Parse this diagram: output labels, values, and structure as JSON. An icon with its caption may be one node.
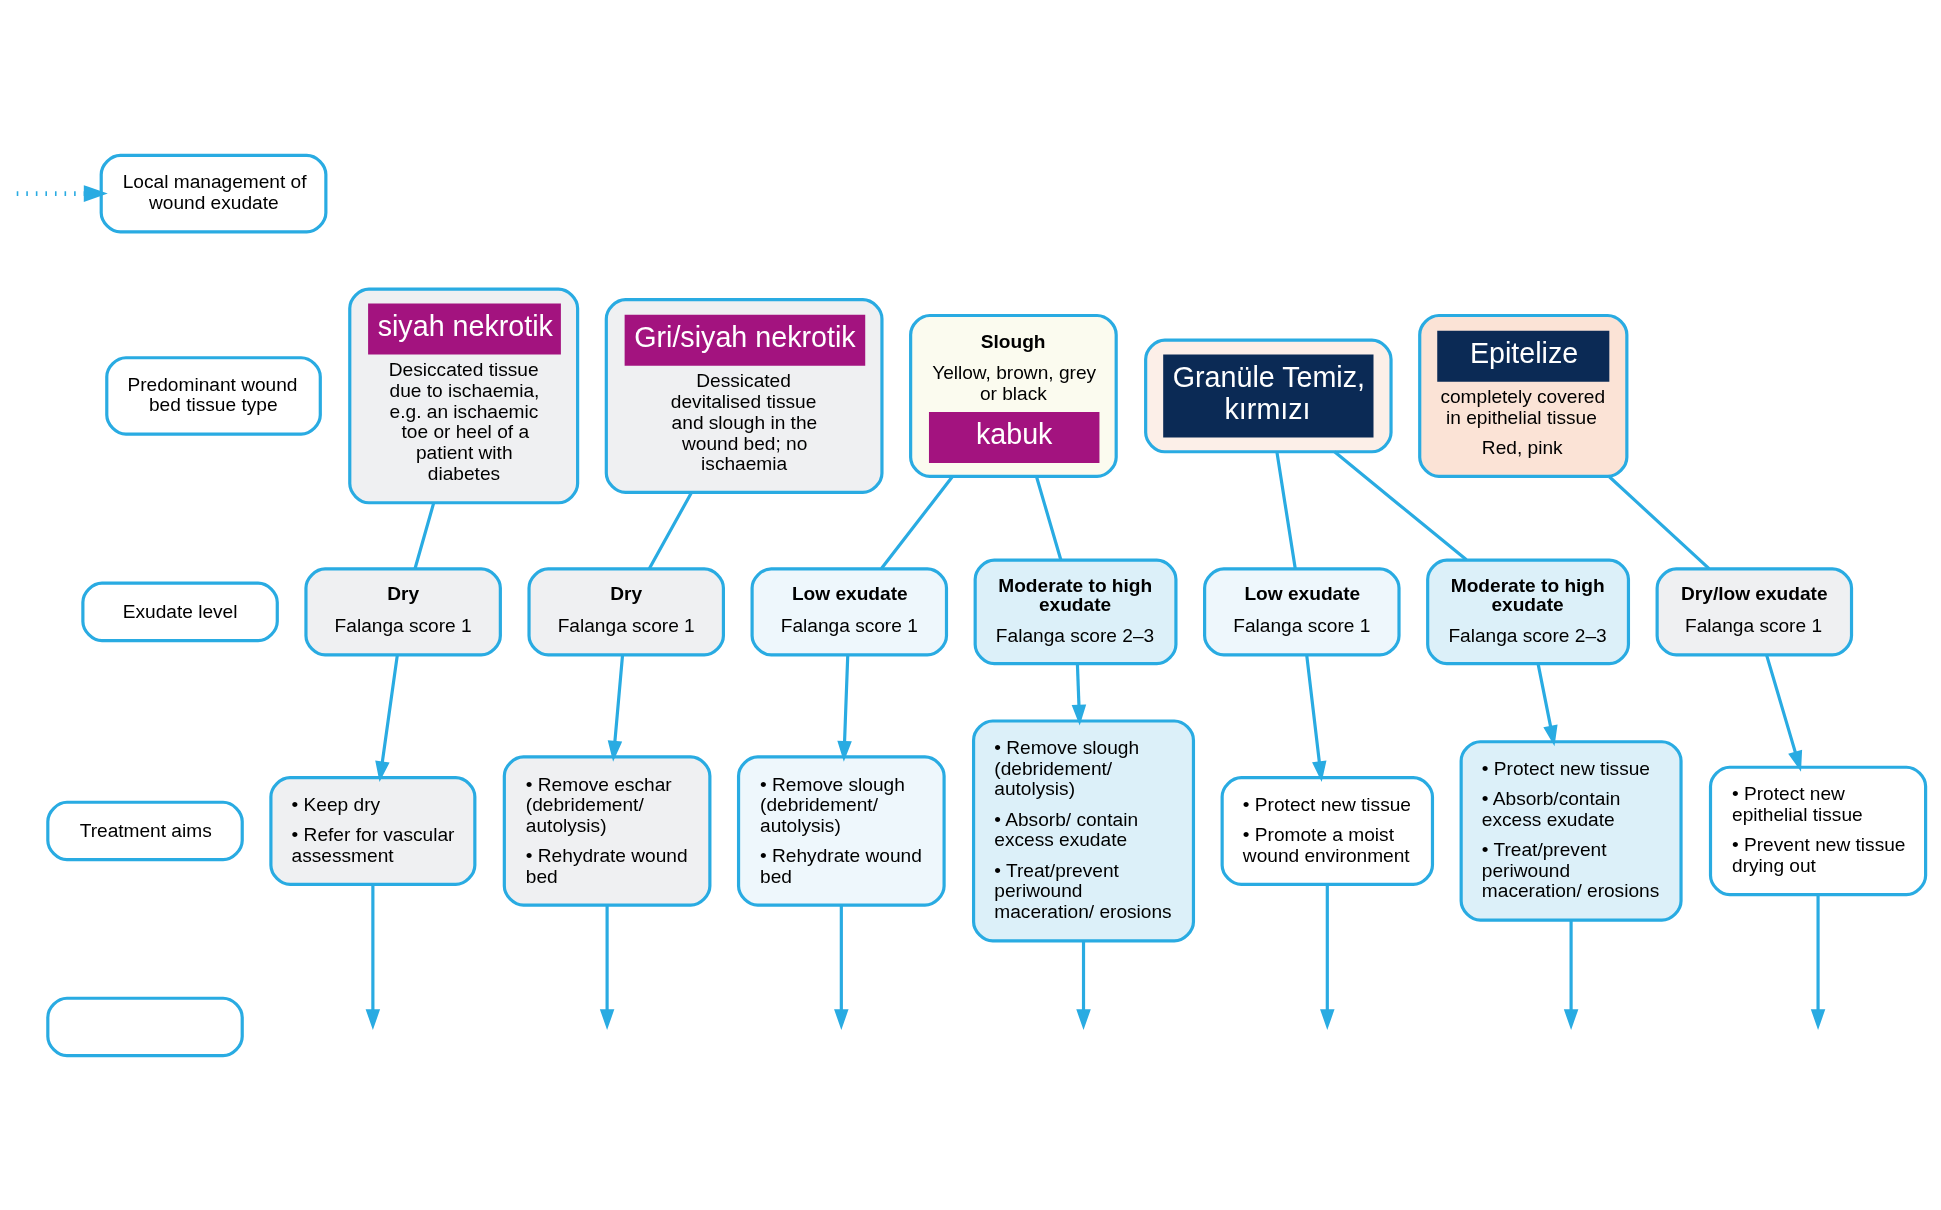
{
  "diagram": {
    "nodes": [
      {
        "text": [
          "Local management of wound exudate"
        ]
      },
      {
        "text": [
          "Predominant wound bed tissue type"
        ]
      },
      {
        "text": [
          "Exudate level"
        ]
      },
      {
        "text": [
          "Treatment aims"
        ]
      },
      {
        "text": [
          "siyah nekrotik",
          "Desiccated tissue due to ischaemia, e.g. an ischaemic toe or heel of a patient with diabetes"
        ]
      },
      {
        "text": [
          "Gri/siyah nekrotik",
          "Dessicated devitalised tissue and slough in the wound bed; no ischaemia"
        ]
      },
      {
        "text": [
          "Slough",
          "Yellow, brown, grey or black",
          "kabuk"
        ]
      },
      {
        "text": [
          "Granüle Temiz, kırmızı"
        ]
      },
      {
        "text": [
          "Epitelize",
          "completely covered in epithelial tissue",
          "Red, pink"
        ]
      },
      {
        "text": [
          "Dry",
          "Falanga score 1"
        ]
      },
      {
        "text": [
          "Dry",
          "Falanga score 1"
        ]
      },
      {
        "text": [
          "Low exudate",
          "Falanga score 1"
        ]
      },
      {
        "text": [
          "Moderate to high exudate",
          "Falanga score 2–3"
        ]
      },
      {
        "text": [
          "Low exudate",
          "Falanga score 1"
        ]
      },
      {
        "text": [
          "Moderate to high exudate",
          "Falanga score 2–3"
        ]
      },
      {
        "text": [
          "Dry/low exudate",
          "Falanga score 1"
        ]
      },
      {
        "text": [
          "• Keep dry",
          "• Refer for vascular assessment"
        ]
      },
      {
        "text": [
          "• Remove eschar (debridement/ autolysis)",
          "• Rehydrate wound bed"
        ]
      },
      {
        "text": [
          "• Remove slough (debridement/ autolysis)",
          "• Rehydrate wound bed"
        ]
      },
      {
        "text": [
          "• Remove slough (debridement/ autolysis)",
          "• Absorb/ contain excess exudate",
          "• Treat/prevent periwound maceration/ erosions"
        ]
      },
      {
        "text": [
          "• Protect new tissue",
          "• Promote a moist wound environment"
        ]
      },
      {
        "text": [
          "• Protect new tissue",
          "• Absorb/contain excess exudate",
          "• Treat/prevent periwound maceration/ erosions"
        ]
      },
      {
        "text": [
          "• Protect new epithelial tissue",
          "• Prevent new tissue drying out"
        ]
      },
      {
        "text": [],
        "shape": "box"
      }
    ],
    "edges": [
      {
        "from": null,
        "to": 0,
        "arrow": "to",
        "style": "dashed"
      },
      {
        "from": 4,
        "to": 9,
        "arrow": "none"
      },
      {
        "from": 5,
        "to": 10,
        "arrow": "none"
      },
      {
        "from": 6,
        "to": 11,
        "arrow": "none"
      },
      {
        "from": 6,
        "to": 12,
        "arrow": "none"
      },
      {
        "from": 7,
        "to": 13,
        "arrow": "none"
      },
      {
        "from": 7,
        "to": 14,
        "arrow": "none"
      },
      {
        "from": 8,
        "to": 15,
        "arrow": "none"
      },
      {
        "from": 9,
        "to": 16,
        "arrow": "to"
      },
      {
        "from": 10,
        "to": 17,
        "arrow": "to"
      },
      {
        "from": 11,
        "to": 18,
        "arrow": "to"
      },
      {
        "from": 12,
        "to": 19,
        "arrow": "to"
      },
      {
        "from": 13,
        "to": 20,
        "arrow": "to"
      },
      {
        "from": 14,
        "to": 21,
        "arrow": "to"
      },
      {
        "from": 15,
        "to": 22,
        "arrow": "to"
      },
      {
        "from": 16,
        "to": null,
        "arrow": "to"
      },
      {
        "from": 17,
        "to": null,
        "arrow": "to"
      },
      {
        "from": 18,
        "to": null,
        "arrow": "to"
      },
      {
        "from": 19,
        "to": null,
        "arrow": "to"
      },
      {
        "from": 20,
        "to": null,
        "arrow": "to"
      },
      {
        "from": 21,
        "to": null,
        "arrow": "to"
      },
      {
        "from": 22,
        "to": null,
        "arrow": "to"
      }
    ]
  }
}
